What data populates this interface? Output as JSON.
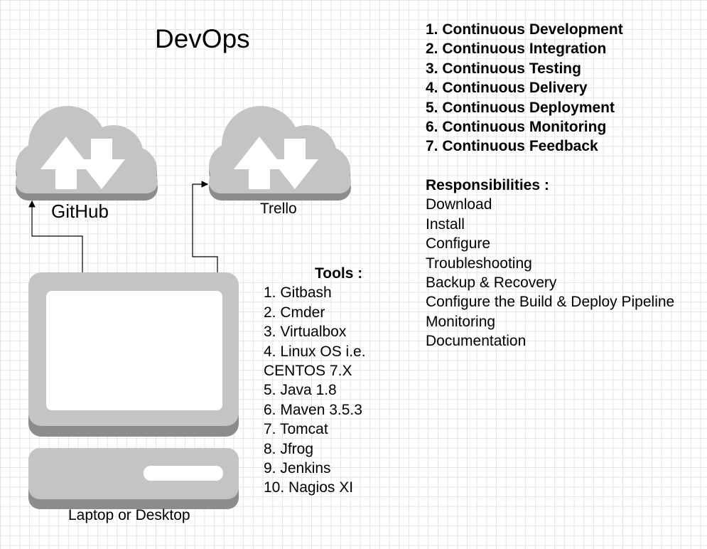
{
  "title": "DevOps",
  "nodes": {
    "github": {
      "label": "GitHub",
      "icon": "cloud-upload-download-icon"
    },
    "trello": {
      "label": "Trello",
      "icon": "cloud-upload-download-icon"
    },
    "computer": {
      "label": "Laptop or Desktop",
      "icon": "desktop-computer-icon"
    }
  },
  "phases": [
    "1. Continuous Development",
    "2. Continuous Integration",
    "3. Continuous Testing",
    "4. Continuous Delivery",
    "5. Continuous Deployment",
    "6. Continuous Monitoring",
    "7. Continuous Feedback"
  ],
  "responsibilities": {
    "heading": "Responsibilities :",
    "items": [
      "Download",
      "Install",
      "Configure",
      "Troubleshooting",
      "Backup & Recovery",
      "Configure the Build & Deploy Pipeline",
      "Monitoring",
      "Documentation"
    ]
  },
  "tools": {
    "heading": "Tools :",
    "items": [
      "1. Gitbash",
      "2. Cmder",
      "3. Virtualbox",
      "4. Linux OS i.e.",
      "CENTOS 7.X",
      "5. Java 1.8",
      "6. Maven 3.5.3",
      "7. Tomcat",
      "8. Jfrog",
      "9. Jenkins",
      "10. Nagios XI"
    ]
  },
  "colors": {
    "icon_fill": "#c4c4c4",
    "icon_shadow": "#8c8c8c",
    "arrow_fill": "#ffffff",
    "connector": "#000000"
  }
}
